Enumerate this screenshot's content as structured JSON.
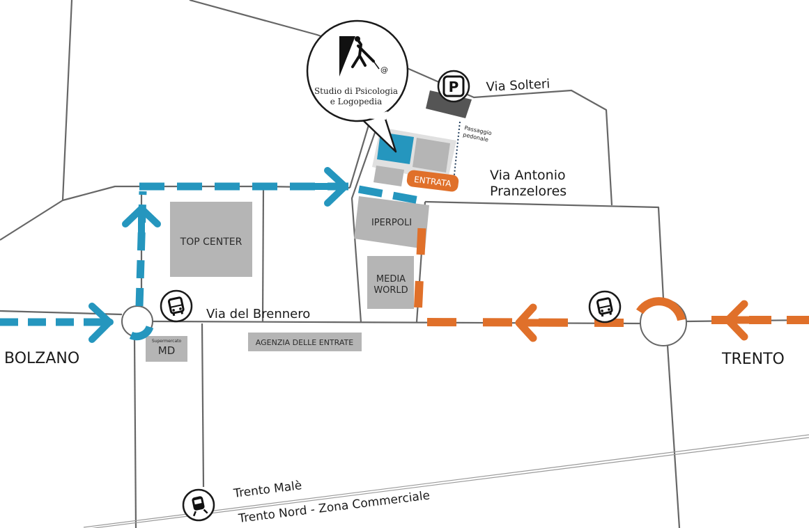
{
  "studio": {
    "line1": "Studio di Psicologia",
    "line2": "e Logopedia",
    "logo_at": "@"
  },
  "streets": {
    "solteri": "Via Solteri",
    "pranzelores_1": "Via Antonio",
    "pranzelores_2": "Pranzelores",
    "brennero": "Via del Brennero",
    "passaggio_1": "Passaggio",
    "passaggio_2": "pedonale"
  },
  "buildings": {
    "top_center": "TOP CENTER",
    "iperpoli": "IPERPOLI",
    "media_world_1": "MEDIA",
    "media_world_2": "WORLD",
    "supermarket_small": "Supermercato",
    "supermarket": "MD",
    "agenzia": "AGENZIA DELLE ENTRATE"
  },
  "entrance": "ENTRATA",
  "directions": {
    "left": "BOLZANO",
    "right": "TRENTO"
  },
  "rail": {
    "line_1": "Trento Malè",
    "line_2": "Trento Nord - Zona Commerciale"
  },
  "parking_letter": "P",
  "colors": {
    "route_blue": "#2596be",
    "route_orange": "#e0702a",
    "roads": "#666666",
    "building": "#b5b5b5",
    "building_dark": "#555555",
    "station_blue": "#2b93c4"
  },
  "icons": [
    "parking-icon",
    "bus-icon",
    "train-icon",
    "arrow-icon",
    "logo-walker-icon"
  ]
}
